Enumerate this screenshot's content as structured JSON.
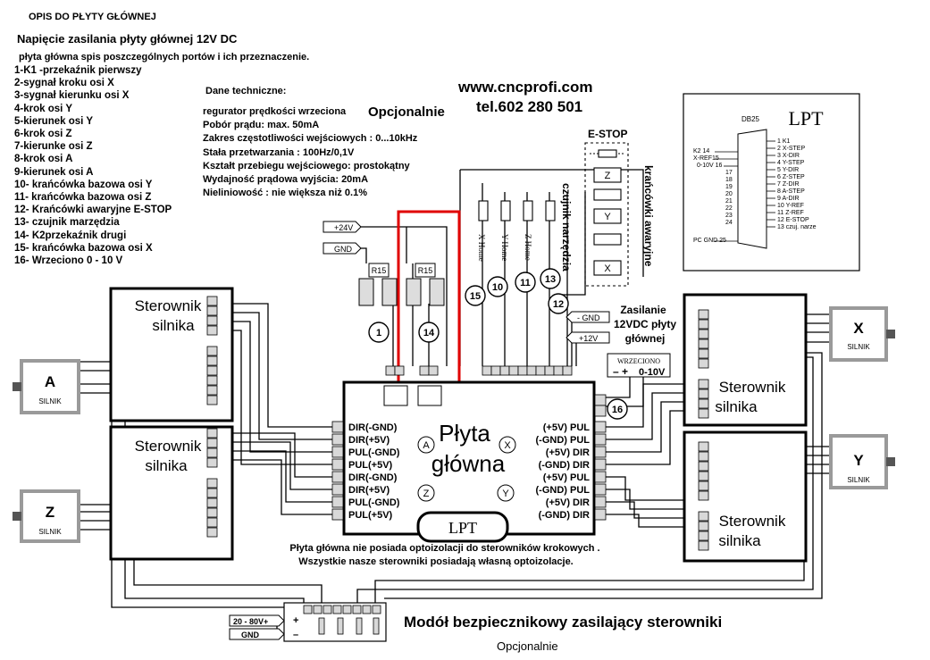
{
  "legend": {
    "title": "OPIS DO PŁYTY  GŁÓWNEJ",
    "supply": "Napięcie zasilania płyty  głównej 12V DC",
    "description": "płyta główna  spis poszczególnych portów i ich przeznaczenie.",
    "items": [
      "1-K1 -przekaźnik pierwszy",
      "2-sygnał kroku osi X",
      "3-sygnał kierunku osi X",
      "4-krok osi Y",
      "5-kierunek osi Y",
      "6-krok osi Z",
      "7-kierunke osi Z",
      "8-krok osi A",
      "9-kierunek osi A",
      "10- krańcówka bazowa osi Y",
      "11- krańcówka bazowa osi Z",
      "12- Krańcówki awaryjne E-STOP",
      "13- czujnik marzędzia",
      "14- K2przekaźnik drugi",
      "15- krańcówka bazowa osi X",
      "16- Wrzeciono 0 - 10 V"
    ]
  },
  "tech": {
    "title": "Dane techniczne:",
    "items": [
      "regurator prędkości wrzeciona",
      "Pobór prądu: max. 50mA",
      "Zakres częstotliwości wejściowych : 0...10kHz",
      "Stała przetwarzania : 100Hz/0,1V",
      "Kształt przebiegu wejściowego: prostokątny",
      "Wydajność prądowa wyjścia: 20mA",
      "Nieliniowość : nie większa niż 0.1%"
    ],
    "optional": "Opcjonalnie"
  },
  "contact": {
    "website": "www.cncprofi.com",
    "phone": "tel.602 280 501"
  },
  "estop": {
    "label": "E-STOP",
    "side_label": "krańcówki awaryjne",
    "switch_letters": [
      "Z",
      "Y",
      "X"
    ],
    "home_labels": [
      "X Home",
      "Y Home",
      "Z Home",
      "czujnik narzędzia"
    ]
  },
  "lpt_box": {
    "title": "LPT",
    "connector": "DB25",
    "left_pins": [
      "K2 14",
      "X-REF15",
      "0-10V 16",
      "17",
      "18",
      "19",
      "20",
      "21",
      "22",
      "23",
      "24",
      "PC GND 25"
    ],
    "right_pins": [
      "1  K1",
      "2  X-STEP",
      "3  X-DIR",
      "4  Y-STEP",
      "5  Y-DIR",
      "6  Z-STEP",
      "7  Z-DIR",
      "8  A-STEP",
      "9  A-DIR",
      "10  Y-REF",
      "11  Z-REF",
      "12  E-STOP",
      "13  czuj. narze"
    ]
  },
  "power": {
    "plus24": "+24V",
    "gnd": "GND",
    "minus_gnd": "- GND",
    "plus12": "+12V",
    "supply_label": [
      "Zasilanie",
      "12VDC płyty",
      "głównej"
    ],
    "spindle_label": "WRZECIONO",
    "spindle_signs": "–  +",
    "spindle_range": "0-10V"
  },
  "relays": {
    "label": "R15",
    "numbers": [
      "1",
      "14"
    ]
  },
  "port_numbers": [
    "15",
    "10",
    "11",
    "13",
    "12",
    "16"
  ],
  "board": {
    "title_line1": "Płyta",
    "title_line2": "główna",
    "lpt": "LPT",
    "axis_labels": [
      "A",
      "Z",
      "X",
      "Y"
    ],
    "left_pins_a": [
      "DIR(-GND)",
      "DIR(+5V)",
      "PUL(-GND)",
      "PUL(+5V)"
    ],
    "left_pins_z": [
      "DIR(-GND)",
      "DIR(+5V)",
      "PUL(-GND)",
      "PUL(+5V)"
    ],
    "right_pins_x": [
      "(+5V) PUL",
      "(-GND) PUL",
      "(+5V) DIR",
      "(-GND) DIR"
    ],
    "right_pins_y": [
      "(+5V) PUL",
      "(-GND) PUL",
      "(+5V) DIR",
      "(-GND) DIR"
    ]
  },
  "drivers": {
    "label_line1": "Sterownik",
    "label_line2": "silnika"
  },
  "motors": {
    "a": {
      "letter": "A",
      "label": "SILNIK"
    },
    "z": {
      "letter": "Z",
      "label": "SILNIK"
    },
    "x": {
      "letter": "X",
      "label": "SILNIK"
    },
    "y": {
      "letter": "Y",
      "label": "SILNIK"
    }
  },
  "notes": {
    "line1": "Płyta główna nie posiada optoizolacji do sterowników krokowych .",
    "line2": "Wszystkie nasze sterowniki posiadają własną optoizolacje."
  },
  "fuse_module": {
    "title": "Modół bezpiecznikowy zasilający sterowniki",
    "optional": "Opcjonalnie",
    "plus_label": "20 - 80V+",
    "gnd_label": "GND",
    "plus_sign": "+",
    "minus_sign": "–"
  },
  "colors": {
    "highlight": "#e00000",
    "line": "#000000",
    "terminal": "#d8d8d8",
    "gray": "#9a9a9a"
  }
}
